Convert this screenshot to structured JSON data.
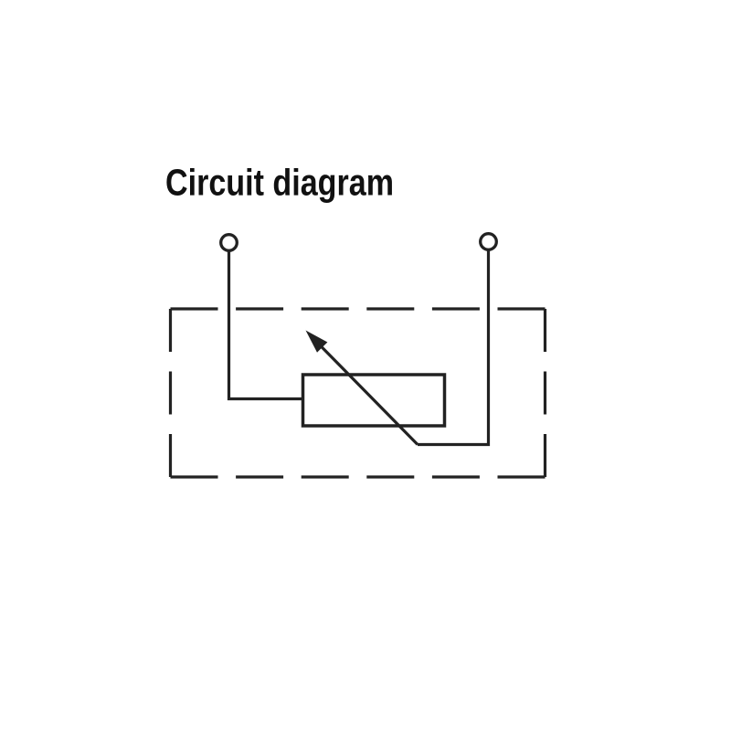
{
  "diagram": {
    "title": "Circuit diagram",
    "title_color": "#111111",
    "line_color": "#222222",
    "elements": {
      "left_terminal": "open circle terminal",
      "right_terminal": "open circle terminal",
      "component": "variable resistor (rectangle with diagonal adjustment arrow)",
      "enclosure": "dashed boundary box"
    }
  }
}
